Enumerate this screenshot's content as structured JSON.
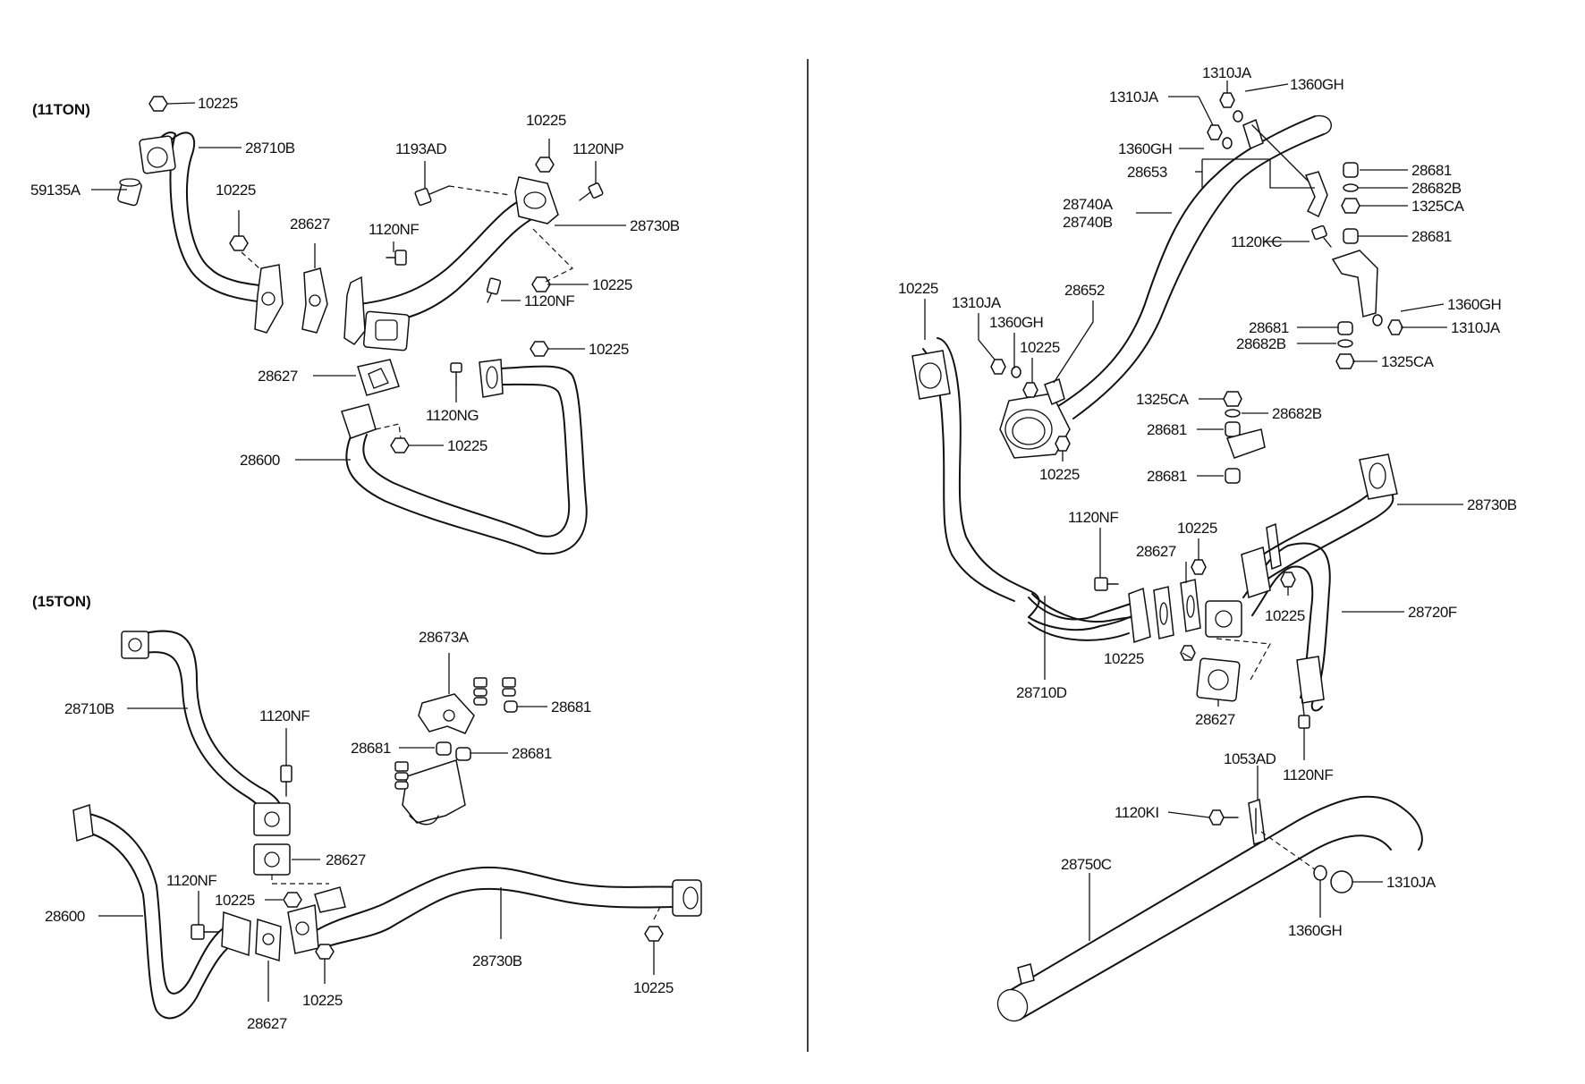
{
  "sections": {
    "s11": "(11TON)",
    "s15": "(15TON)"
  },
  "labels": {
    "a_10225_top": "10225",
    "a_28710B": "28710B",
    "a_59135A": "59135A",
    "a_10225_mid": "10225",
    "a_28627_a": "28627",
    "a_1193AD": "1193AD",
    "a_10225_b": "10225",
    "a_1120NP": "1120NP",
    "a_28730B": "28730B",
    "a_1120NF_a": "1120NF",
    "a_10225_c": "10225",
    "a_1120NF_b": "1120NF",
    "a_28627_b": "28627",
    "a_10225_d": "10225",
    "a_1120NG": "1120NG",
    "a_10225_e": "10225",
    "a_28600": "28600",
    "b_28710B": "28710B",
    "b_28673A": "28673A",
    "b_1120NF_a": "1120NF",
    "b_28681_a": "28681",
    "b_28681_b": "28681",
    "b_28681_c": "28681",
    "b_28627_a": "28627",
    "b_1120NF_b": "1120NF",
    "b_28600": "28600",
    "b_10225_a": "10225",
    "b_28730B": "28730B",
    "b_10225_b": "10225",
    "b_28627_b": "28627",
    "b_10225_c": "10225",
    "c_1310JA_a": "1310JA",
    "c_1310JA_b": "1310JA",
    "c_1360GH_a": "1360GH",
    "c_1360GH_b": "1360GH",
    "c_28653": "28653",
    "c_28740A": "28740A",
    "c_28740B": "28740B",
    "c_28681_a": "28681",
    "c_28682B_a": "28682B",
    "c_1325CA_a": "1325CA",
    "c_1120KC": "1120KC",
    "c_28681_b": "28681",
    "c_1360GH_c": "1360GH",
    "c_1310JA_c": "1310JA",
    "c_28681_c": "28681",
    "c_28682B_b": "28682B",
    "c_1325CA_b": "1325CA",
    "c_10225_a": "10225",
    "c_1310JA_d": "1310JA",
    "c_1360GH_d": "1360GH",
    "c_28652": "28652",
    "c_10225_b": "10225",
    "c_1325CA_c": "1325CA",
    "c_28682B_c": "28682B",
    "c_28681_d": "28681",
    "c_28681_e": "28681",
    "c_10225_c": "10225",
    "c_1120NF_a": "1120NF",
    "c_10225_d": "10225",
    "c_28627_a": "28627",
    "c_28730B": "28730B",
    "c_10225_e": "10225",
    "c_28720F": "28720F",
    "c_10225_f": "10225",
    "c_28710D": "28710D",
    "c_28627_b": "28627",
    "c_1053AD": "1053AD",
    "c_1120NF_b": "1120NF",
    "c_1120KI": "1120KI",
    "c_28750C": "28750C",
    "c_1310JA_e": "1310JA",
    "c_1360GH_e": "1360GH"
  }
}
